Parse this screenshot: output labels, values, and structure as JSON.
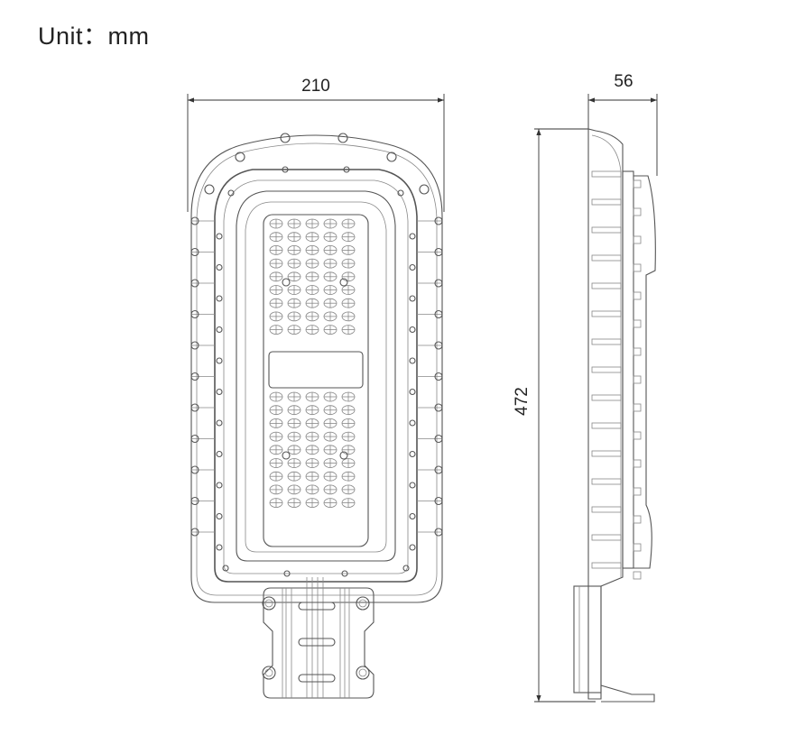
{
  "unit_label": "Unit：mm",
  "dimensions": {
    "width": "210",
    "depth": "56",
    "height": "472"
  },
  "views": [
    "front-view",
    "side-view"
  ],
  "colors": {
    "line": "#555555",
    "text": "#222222"
  }
}
